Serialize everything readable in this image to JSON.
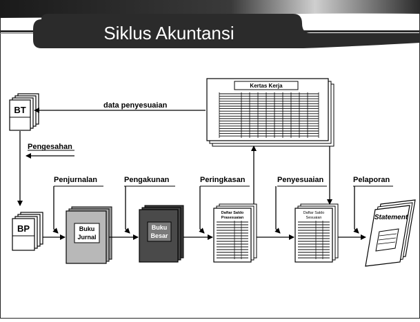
{
  "title": "Siklus Akuntansi",
  "nodes": {
    "bt": "BT",
    "bp": "BP",
    "kertas_kerja": "Kertas Kerja",
    "buku_jurnal": [
      "Buku",
      "Jurnal"
    ],
    "buku_besar": [
      "Buku",
      "Besar"
    ],
    "daftar_prasesuaian": [
      "Daftar Saldo",
      "Prasesuaian"
    ],
    "daftar_sesuaian": [
      "Daftar Saldo",
      "Sesuaian"
    ],
    "statement": "Statement"
  },
  "labels": {
    "data_penyesuaian": "data penyesuaian",
    "pengesahan": "Pengesahan",
    "penjurnalan": "Penjurnalan",
    "pengakunan": "Pengakunan",
    "peringkasan": "Peringkasan",
    "penyesuaian": "Penyesuaian",
    "pelaporan": "Pelaporan"
  },
  "colors": {
    "title_bar": "#2b2b2b",
    "buku_jurnal": "#b8b8b8",
    "buku_besar": "#4a4a4a",
    "ink": "#000000"
  }
}
